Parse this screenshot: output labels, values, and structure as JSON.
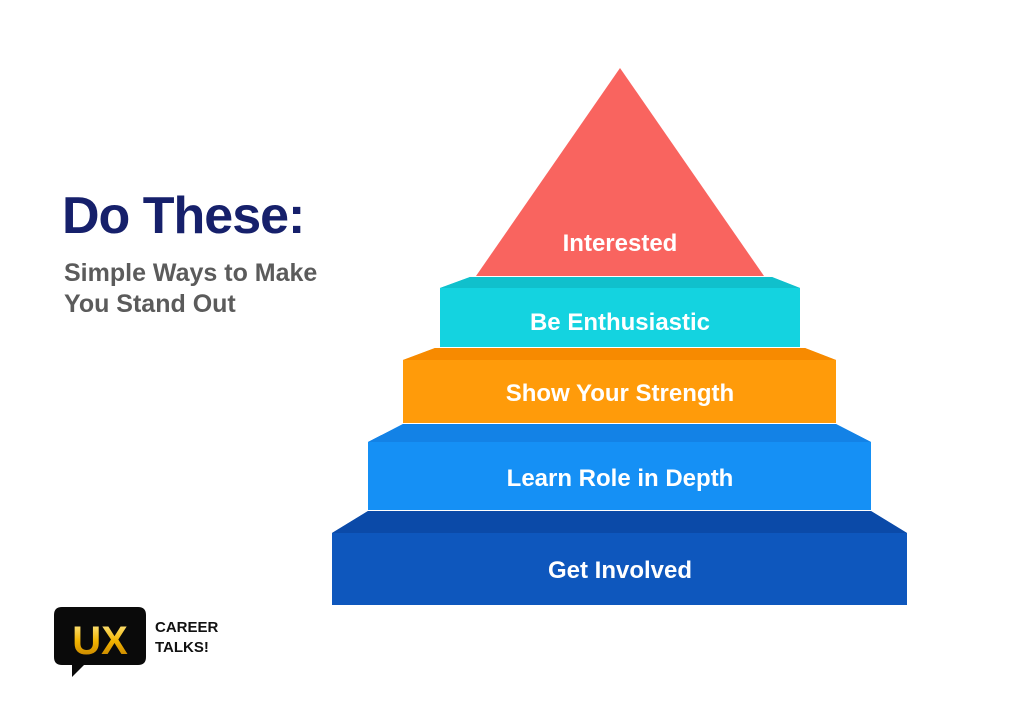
{
  "header": {
    "title": "Do These:",
    "subtitle_line1": "Simple Ways to Make",
    "subtitle_line2": "You Stand Out"
  },
  "pyramid": {
    "levels": [
      {
        "label": "Interested",
        "color": "#f9645f"
      },
      {
        "label": "Be Enthusiastic",
        "color": "#14d3e0"
      },
      {
        "label": "Show Your Strength",
        "color": "#ff9b0a"
      },
      {
        "label": "Learn Role in Depth",
        "color": "#1590f5"
      },
      {
        "label": "Get Involved",
        "color": "#0e57bd"
      }
    ]
  },
  "logo": {
    "mark": "UX",
    "line1": "CAREER",
    "line2": "TALKS!"
  }
}
